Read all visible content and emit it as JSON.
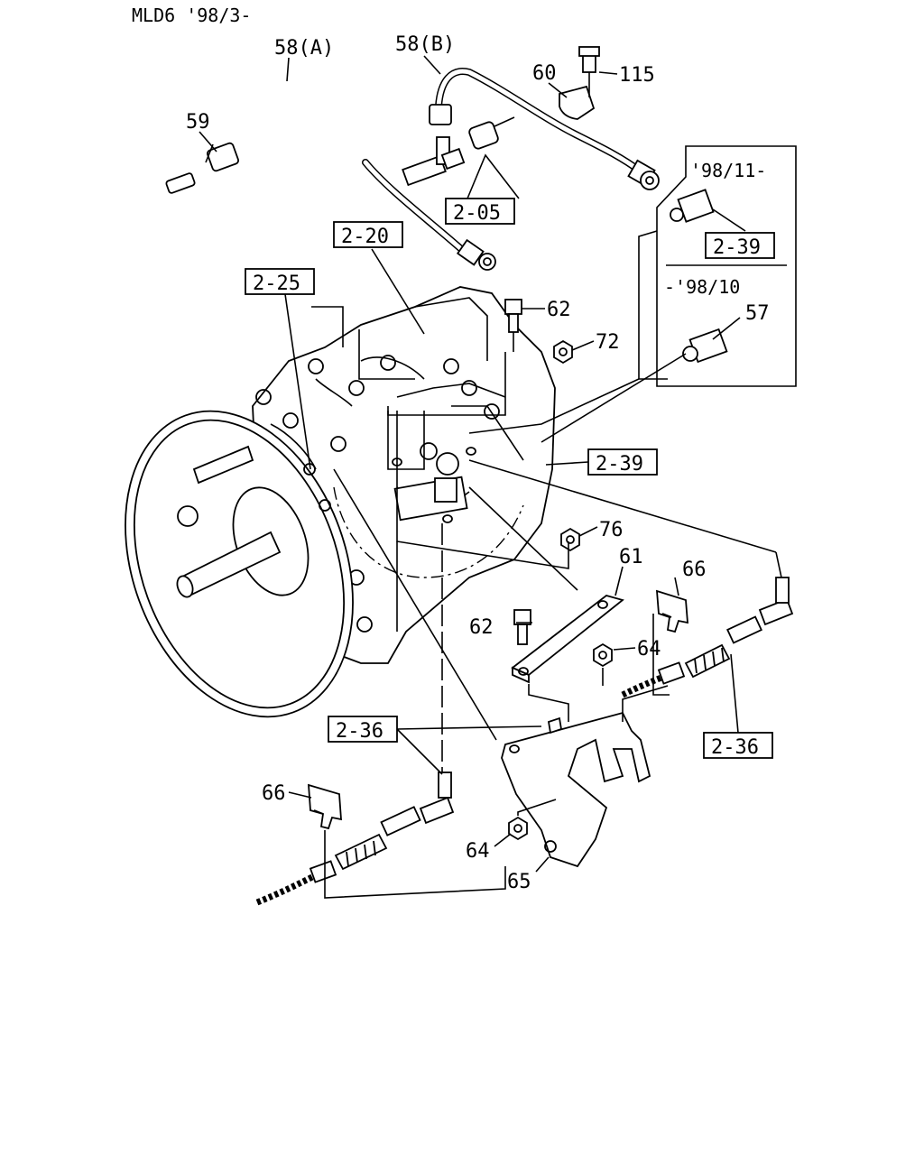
{
  "header": {
    "model_code": "MLD6 '98/3-"
  },
  "inset": {
    "top_range": "'98/11-",
    "bottom_range": "-'98/10"
  },
  "refs": {
    "r2_05": "2-05",
    "r2_20": "2-20",
    "r2_25": "2-25",
    "r2_39a": "2-39",
    "r2_39b": "2-39",
    "r2_36a": "2-36",
    "r2_36b": "2-36"
  },
  "parts": {
    "p58a": "58(A)",
    "p58b": "58(B)",
    "p59": "59",
    "p60": "60",
    "p115": "115",
    "p62a": "62",
    "p62b": "62",
    "p72": "72",
    "p57": "57",
    "p76": "76",
    "p61": "61",
    "p66a": "66",
    "p66b": "66",
    "p64a": "64",
    "p64b": "64",
    "p65": "65"
  }
}
